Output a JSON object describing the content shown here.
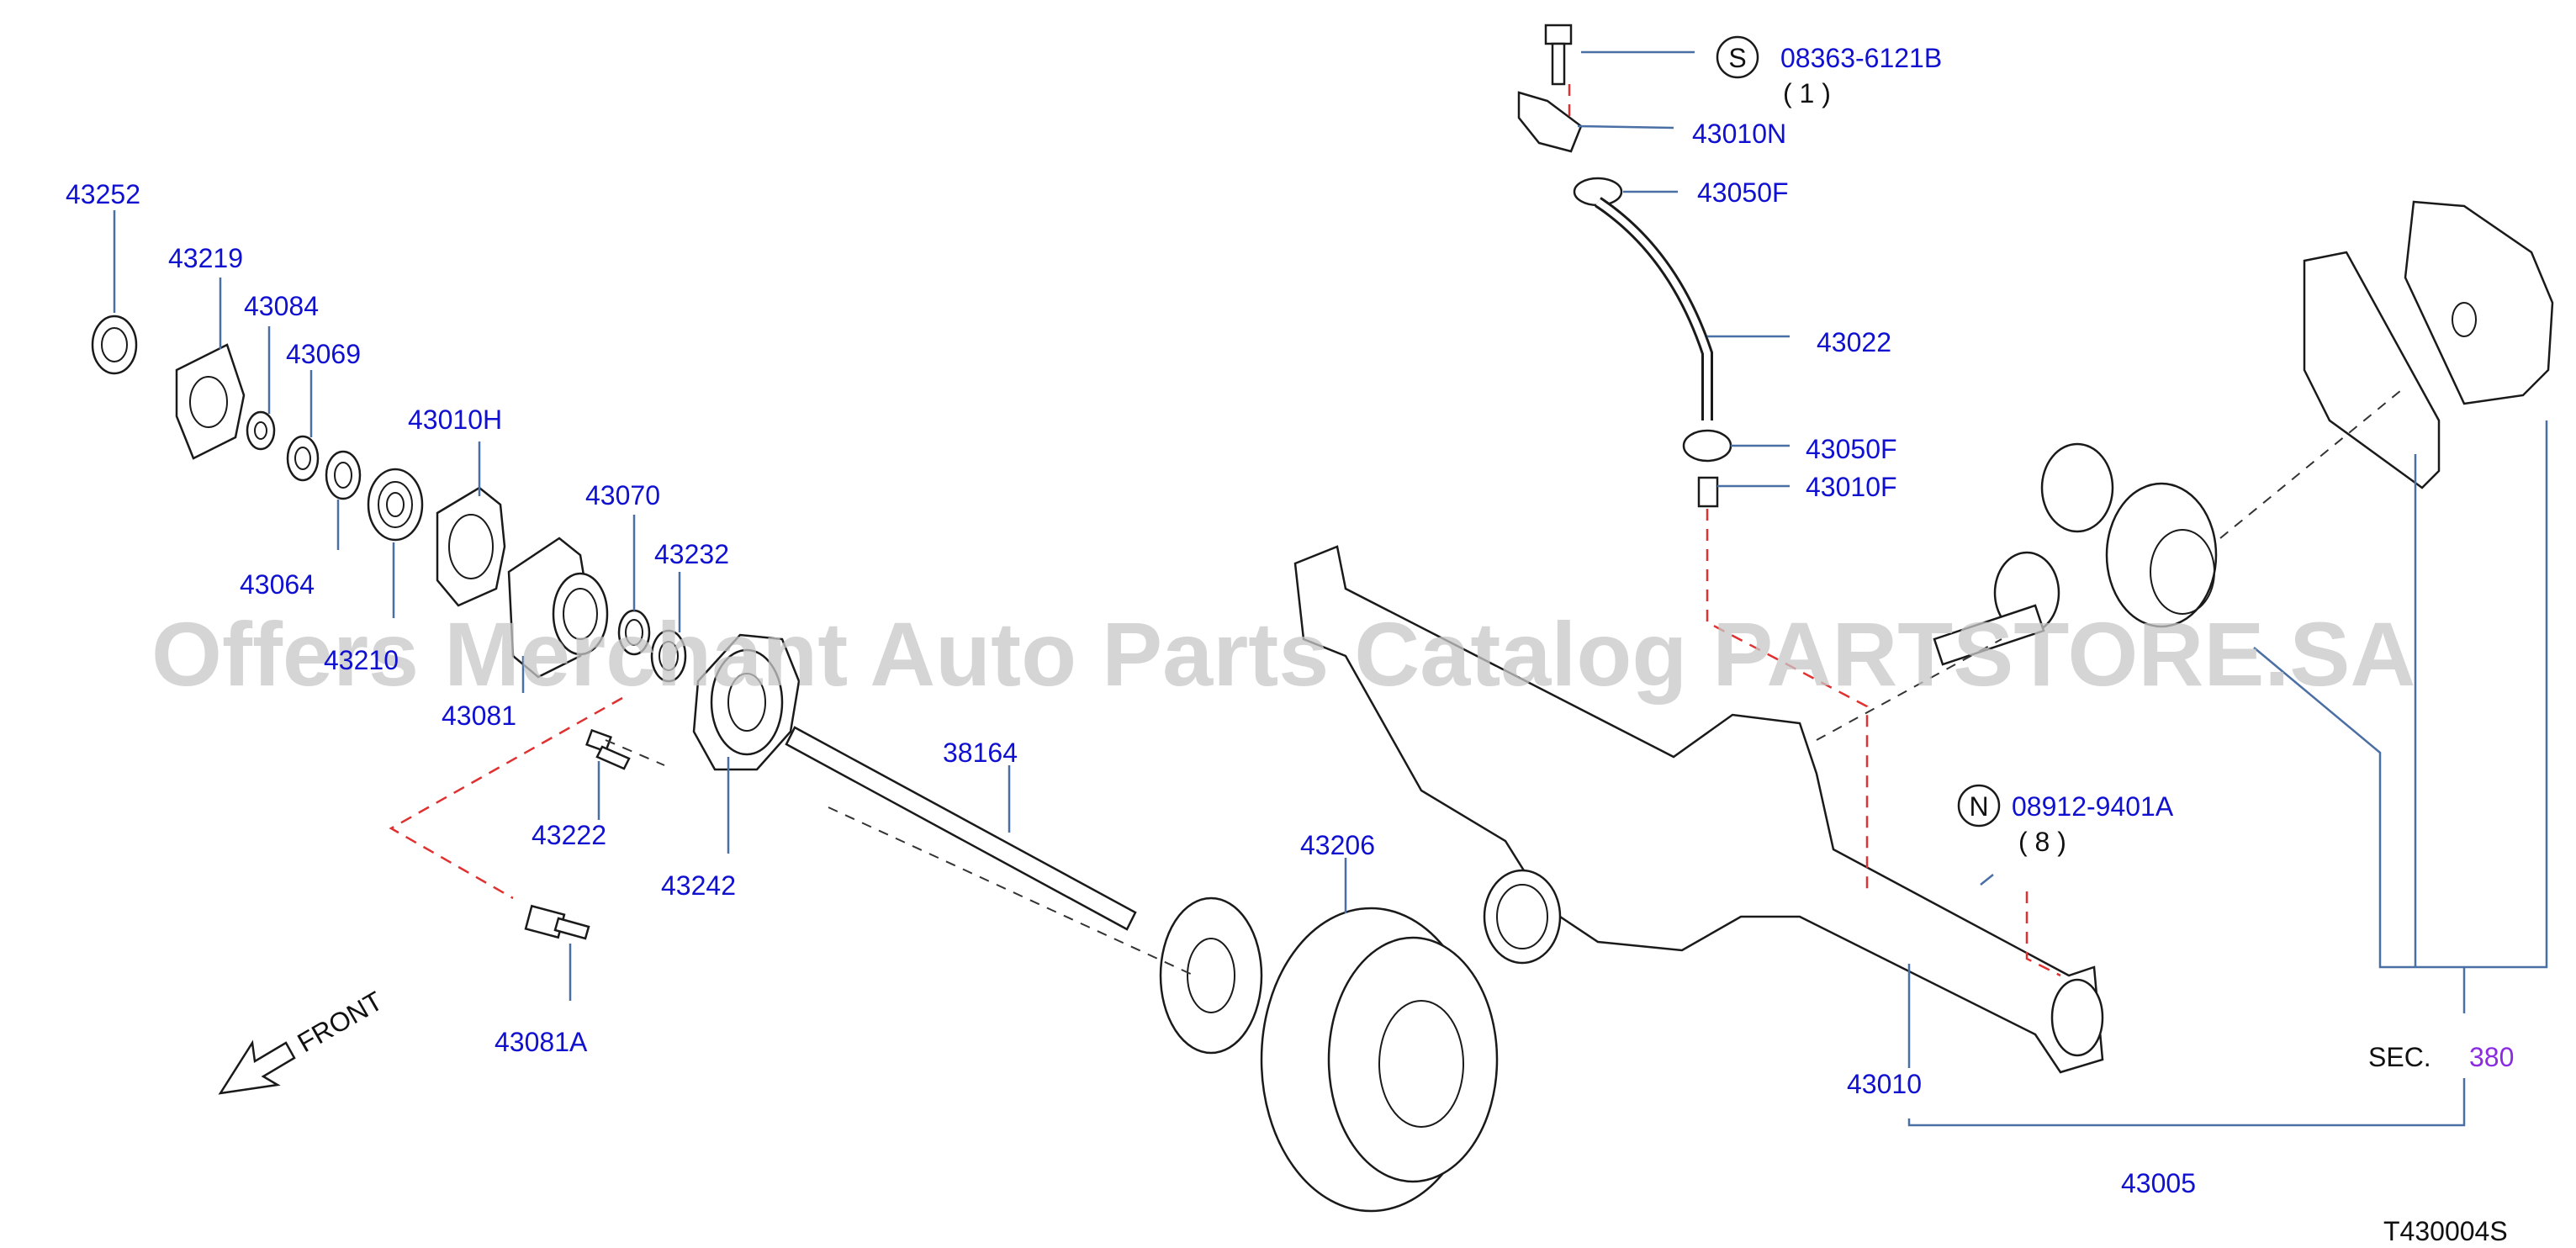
{
  "watermark": "Offers Merchant Auto Parts Catalog PARTSTORE.SA",
  "diagram_code": "T430004S",
  "front_indicator": "FRONT",
  "section_ref": {
    "prefix": "SEC.",
    "number": "380"
  },
  "fastener_symbols": [
    {
      "symbol": "S",
      "part_no": "08363-6121B",
      "qty": "( 1 )"
    },
    {
      "symbol": "N",
      "part_no": "08912-9401A",
      "qty": "( 8 )"
    }
  ],
  "part_labels": [
    "43252",
    "43219",
    "43084",
    "43069",
    "43010H",
    "43064",
    "43210",
    "43070",
    "43232",
    "43081",
    "43222",
    "43242",
    "43081A",
    "38164",
    "43206",
    "43010N",
    "43050F",
    "43022",
    "43050F",
    "43010F",
    "43010",
    "43005"
  ],
  "colors": {
    "label": "#1010d0",
    "section": "#8a2be2",
    "dash_red": "#e03030",
    "leader": "#4a6fa5"
  }
}
